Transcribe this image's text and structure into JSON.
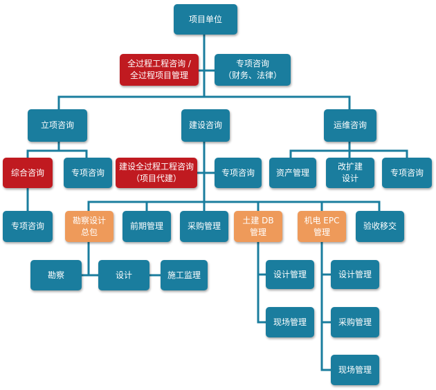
{
  "colors": {
    "teal": "#1a7d9e",
    "red": "#c01a20",
    "orange": "#ee9a5a",
    "line": "#1a7d9e"
  },
  "nodes": {
    "root": "项目单位",
    "full_process": "全过程工程咨询 /\n全过程项目管理",
    "special_fin_law": "专项咨询\n（财务、法律）",
    "initiation": "立项咨询",
    "construction": "建设咨询",
    "operation": "运维咨询",
    "comprehensive": "综合咨询",
    "initiation_special": "专项咨询",
    "construction_full": "建设全过程工程咨询\n（项目代建）",
    "construction_special": "专项咨询",
    "asset_mgmt": "资产管理",
    "renovation": "改扩建\n设计",
    "operation_special": "专项咨询",
    "comprehensive_special": "专项咨询",
    "survey_design_epc": "勘察设计\n总包",
    "preliminary_mgmt": "前期管理",
    "procurement_mgmt": "采购管理",
    "civil_db": "土建 DB\n管理",
    "mep_epc": "机电 EPC\n管理",
    "acceptance": "验收移交",
    "survey": "勘察",
    "design": "设计",
    "supervision": "施工监理",
    "civil_design_mgmt": "设计管理",
    "civil_site_mgmt": "现场管理",
    "mep_design_mgmt": "设计管理",
    "mep_procurement_mgmt": "采购管理",
    "mep_site_mgmt": "现场管理"
  }
}
